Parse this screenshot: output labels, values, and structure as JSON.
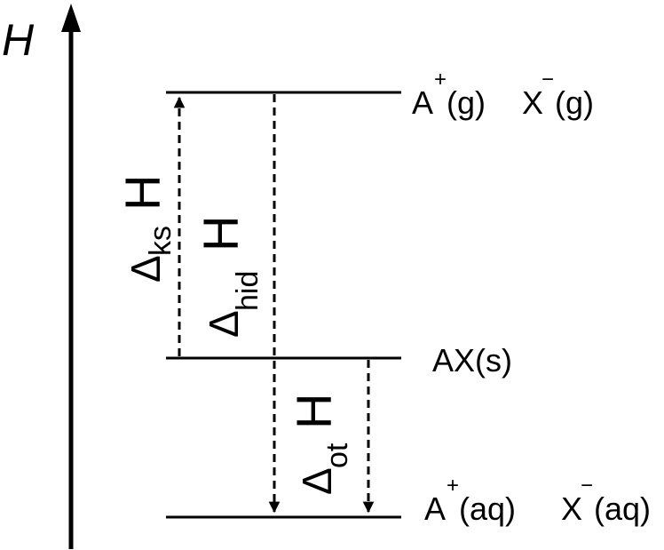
{
  "axis": {
    "label": "H"
  },
  "levels": {
    "gas": {
      "cation": "A",
      "cation_charge": "+",
      "cation_state": "(g)",
      "anion": "X",
      "anion_charge": "−",
      "anion_state": "(g)"
    },
    "solid": {
      "text": "AX(s)"
    },
    "aqueous": {
      "cation": "A",
      "cation_charge": "+",
      "cation_state": "(aq)",
      "anion": "X",
      "anion_charge": "−",
      "anion_state": "(aq)"
    }
  },
  "arrows": {
    "lattice": {
      "delta": "Δ",
      "subscript": "ks",
      "symbol": "H"
    },
    "hydration": {
      "delta": "Δ",
      "subscript": "hid",
      "symbol": "H"
    },
    "solution": {
      "delta": "Δ",
      "subscript": "ot",
      "symbol": "H"
    }
  },
  "colors": {
    "ink": "#000000",
    "background": "#ffffff"
  }
}
